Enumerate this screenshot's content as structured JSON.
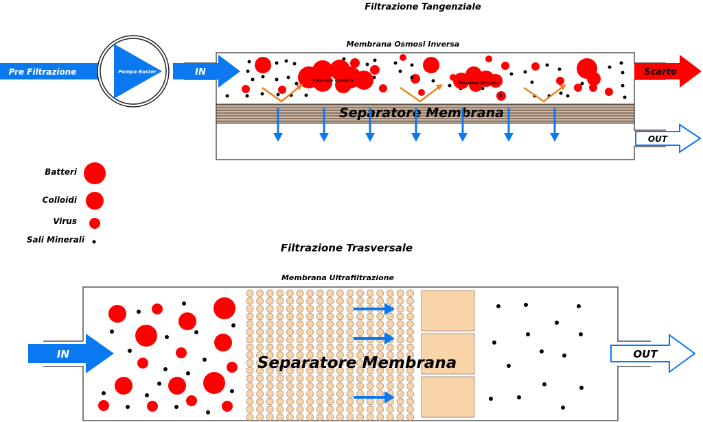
{
  "colors": {
    "flow_blue": "#0a78f0",
    "particle_red": "#ff0000",
    "mineral_black": "#000000",
    "pressure_arrow_orange": "#f08020",
    "membrane_beige": "#f8d4a8",
    "membrane_stripe": "#a89080",
    "box_border": "#555555"
  },
  "tangential": {
    "title": "Filtrazione Tangenziale",
    "membrane_label": "Membrana Osmosi Inversa",
    "pre_filter_label": "Pre Filtrazione",
    "pump_label": "Pompa Buster",
    "in_label": "IN",
    "reject_label": "Scarto",
    "out_label": "OUT",
    "separator_label": "Separatore Membrana",
    "pressure_labels": [
      "Pressione idraulica",
      "Pressione idraulica"
    ]
  },
  "legend": {
    "items": [
      {
        "label": "Batteri",
        "icon": "large-red-circle"
      },
      {
        "label": "Colloidi",
        "icon": "medium-red-circle"
      },
      {
        "label": "Virus",
        "icon": "small-red-circle"
      },
      {
        "label": "Sali Minerali",
        "icon": "black-dot"
      }
    ]
  },
  "transversal": {
    "title": "Filtrazione Trasversale",
    "membrane_label": "Membrana Ultrafiltrazione",
    "in_label": "IN",
    "out_label": "OUT",
    "separator_label": "Separatore Membrana"
  }
}
